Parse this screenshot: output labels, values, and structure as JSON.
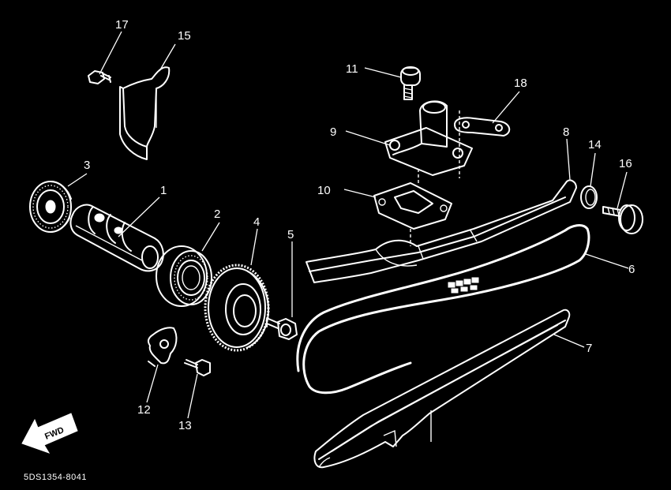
{
  "diagram": {
    "part_code": "5DS1354-8041",
    "direction_label": "FWD",
    "callouts": [
      "1",
      "2",
      "3",
      "4",
      "5",
      "6",
      "7",
      "8",
      "9",
      "10",
      "11",
      "12",
      "13",
      "14",
      "15",
      "16",
      "17",
      "18"
    ]
  }
}
